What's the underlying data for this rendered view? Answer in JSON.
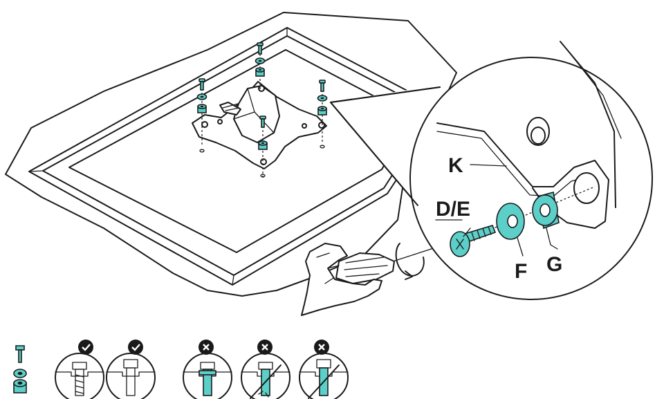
{
  "labels": {
    "bracket": "K",
    "screw": "D/E",
    "washer": "F",
    "spacer": "G"
  },
  "colors": {
    "accent": "#5ccfc8",
    "line": "#1a1a1a",
    "background": "#ffffff",
    "ok": "#1a1a1a",
    "error": "#1a1a1a"
  },
  "icons": {
    "ok": "checkmark-icon",
    "error": "cross-icon",
    "rotate": "rotate-arrow-icon"
  },
  "checks": [
    {
      "status": "ok"
    },
    {
      "status": "ok"
    },
    {
      "status": "error"
    },
    {
      "status": "error"
    },
    {
      "status": "error"
    }
  ]
}
